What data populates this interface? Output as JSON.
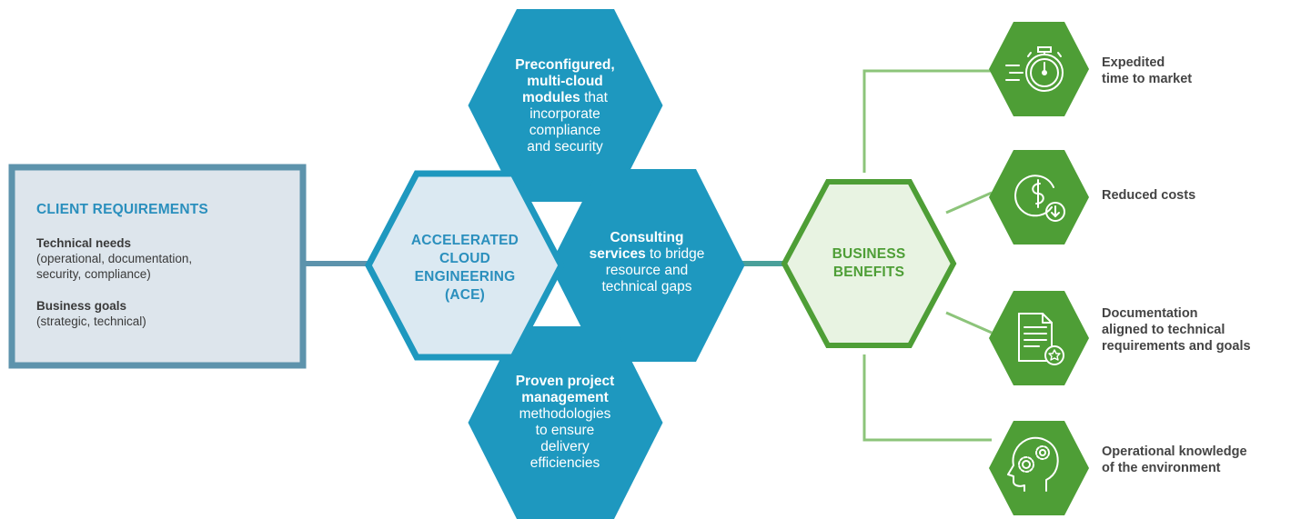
{
  "client": {
    "title": "CLIENT REQUIREMENTS",
    "technical_label": "Technical needs",
    "technical_detail_1": "(operational, documentation,",
    "technical_detail_2": "security, compliance)",
    "business_label": "Business goals",
    "business_detail": "(strategic, technical)"
  },
  "ace": {
    "line1": "ACCELERATED",
    "line2": "CLOUD",
    "line3": "ENGINEERING",
    "line4": "(ACE)"
  },
  "top_hex": {
    "bold1": "Preconfigured,",
    "bold2": "multi-cloud",
    "bold3": "modules",
    "rest3": " that",
    "line4": "incorporate",
    "line5": "compliance",
    "line6": "and security"
  },
  "right_hex": {
    "bold1": "Consulting",
    "bold2": "services",
    "rest2": " to bridge",
    "line3": "resource and",
    "line4": "technical gaps"
  },
  "bottom_hex": {
    "bold1": "Proven project",
    "bold2": "management",
    "line3": "methodologies",
    "line4": "to ensure",
    "line5": "delivery",
    "line6": "efficiencies"
  },
  "business": {
    "line1": "BUSINESS",
    "line2": "BENEFITS"
  },
  "benefits": [
    {
      "icon": "stopwatch-icon",
      "line1": "Expedited",
      "line2": "time to market"
    },
    {
      "icon": "dollar-down-icon",
      "line1": "Reduced costs",
      "line2": ""
    },
    {
      "icon": "document-star-icon",
      "line1": "Documentation",
      "line2": "aligned to technical",
      "line3": "requirements and goals"
    },
    {
      "icon": "head-gears-icon",
      "line1": "Operational knowledge",
      "line2": "of the environment"
    }
  ],
  "colors": {
    "blue": "#1e98bf",
    "blue_dark": "#2a8fbd",
    "box_border": "#5d93ac",
    "box_fill": "#dde5ec",
    "ace_fill": "#dbe9f2",
    "green": "#4e9e36",
    "green_light": "#7fbf6a",
    "bb_fill": "#e8f3e2"
  }
}
